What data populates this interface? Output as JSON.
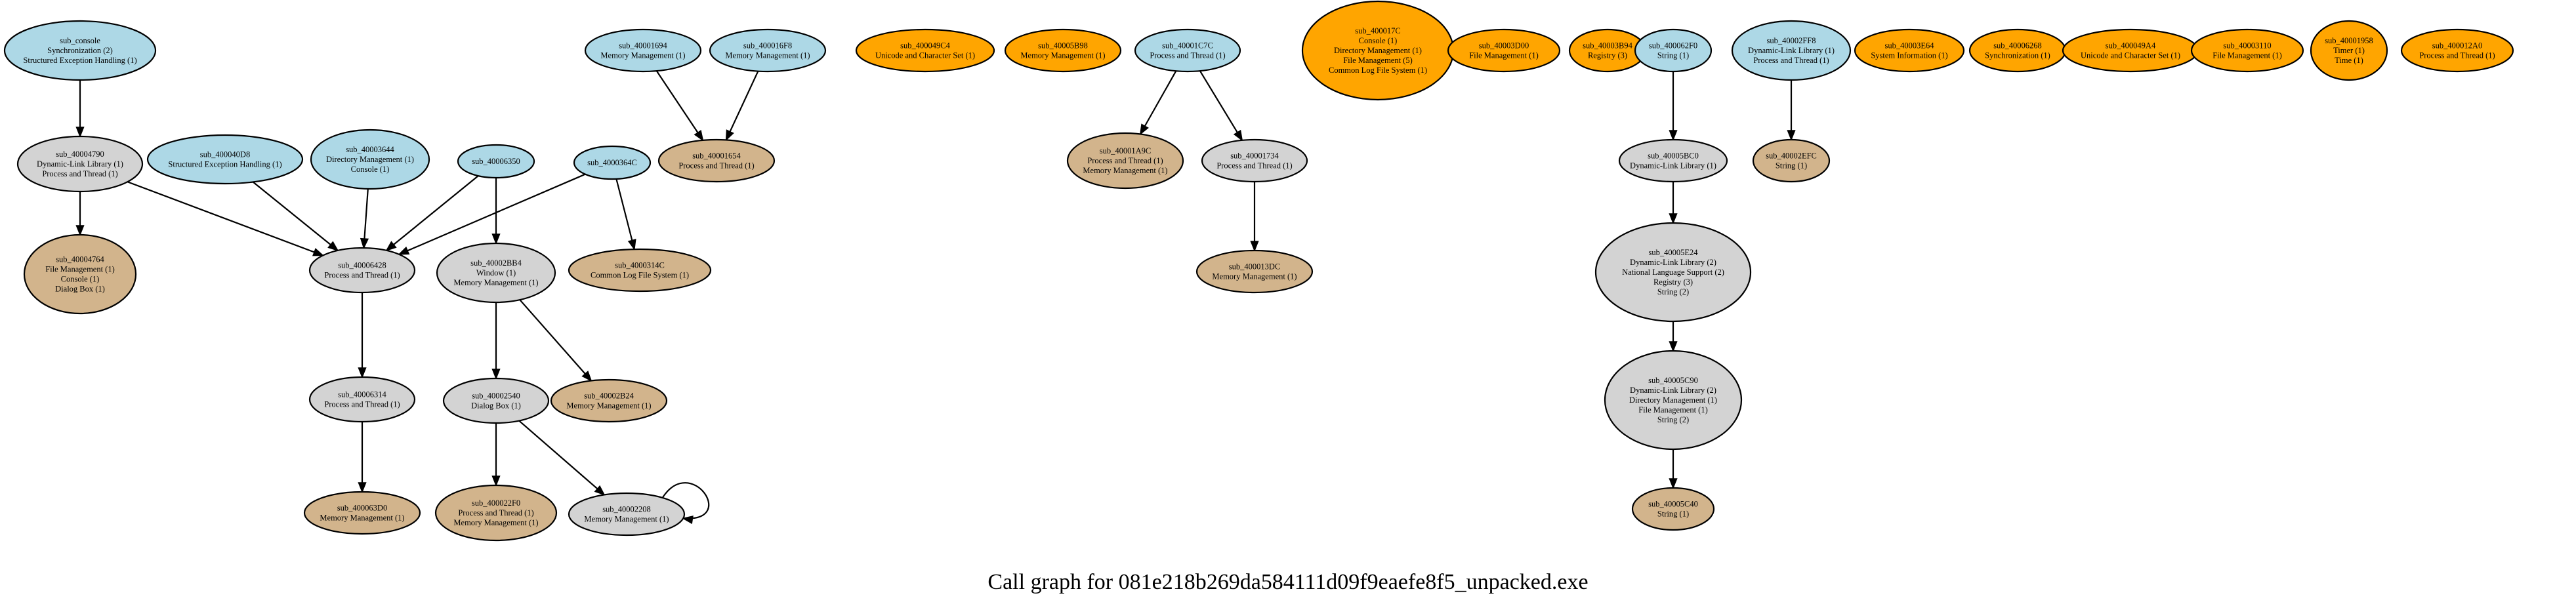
{
  "caption": "Call graph for 081e218b269da584111d09f9eaefe8f5_unpacked.exe",
  "colors": {
    "root": "#add8e6",
    "internal": "#d3d3d3",
    "leaf": "#d2b48c",
    "isolated": "#ffa500",
    "stroke": "#000000",
    "background": "#ffffff"
  },
  "nodes": [
    {
      "id": "sub_console",
      "title": "sub_console",
      "lines": [
        "Synchronization (2)",
        "Structured Exception Handling (1)"
      ],
      "kind": "root"
    },
    {
      "id": "sub_40004790",
      "title": "sub_40004790",
      "lines": [
        "Dynamic-Link Library (1)",
        "Process and Thread (1)"
      ],
      "kind": "internal"
    },
    {
      "id": "sub_40004764",
      "title": "sub_40004764",
      "lines": [
        "File Management (1)",
        "Console (1)",
        "Dialog Box (1)"
      ],
      "kind": "leaf"
    },
    {
      "id": "sub_400040D8",
      "title": "sub_400040D8",
      "lines": [
        "Structured Exception Handling (1)"
      ],
      "kind": "root"
    },
    {
      "id": "sub_40003644",
      "title": "sub_40003644",
      "lines": [
        "Directory Management (1)",
        "Console (1)"
      ],
      "kind": "root"
    },
    {
      "id": "sub_40006350",
      "title": "sub_40006350",
      "lines": [],
      "kind": "root"
    },
    {
      "id": "sub_4000364C",
      "title": "sub_4000364C",
      "lines": [],
      "kind": "root"
    },
    {
      "id": "sub_40006428",
      "title": "sub_40006428",
      "lines": [
        "Process and Thread (1)"
      ],
      "kind": "internal"
    },
    {
      "id": "sub_40002BB4",
      "title": "sub_40002BB4",
      "lines": [
        "Window (1)",
        "Memory Management (1)"
      ],
      "kind": "internal"
    },
    {
      "id": "sub_4000314C",
      "title": "sub_4000314C",
      "lines": [
        "Common Log File System (1)"
      ],
      "kind": "leaf"
    },
    {
      "id": "sub_40006314",
      "title": "sub_40006314",
      "lines": [
        "Process and Thread (1)"
      ],
      "kind": "internal"
    },
    {
      "id": "sub_40002540",
      "title": "sub_40002540",
      "lines": [
        "Dialog Box (1)"
      ],
      "kind": "internal"
    },
    {
      "id": "sub_40002B24",
      "title": "sub_40002B24",
      "lines": [
        "Memory Management (1)"
      ],
      "kind": "leaf"
    },
    {
      "id": "sub_400063D0",
      "title": "sub_400063D0",
      "lines": [
        "Memory Management (1)"
      ],
      "kind": "leaf"
    },
    {
      "id": "sub_400022F0",
      "title": "sub_400022F0",
      "lines": [
        "Process and Thread (1)",
        "Memory Management (1)"
      ],
      "kind": "leaf"
    },
    {
      "id": "sub_40002208",
      "title": "sub_40002208",
      "lines": [
        "Memory Management (1)"
      ],
      "kind": "internal"
    },
    {
      "id": "sub_40001694",
      "title": "sub_40001694",
      "lines": [
        "Memory Management (1)"
      ],
      "kind": "root"
    },
    {
      "id": "sub_400016F8",
      "title": "sub_400016F8",
      "lines": [
        "Memory Management (1)"
      ],
      "kind": "root"
    },
    {
      "id": "sub_40001654",
      "title": "sub_40001654",
      "lines": [
        "Process and Thread (1)"
      ],
      "kind": "leaf"
    },
    {
      "id": "sub_400049C4",
      "title": "sub_400049C4",
      "lines": [
        "Unicode and Character Set (1)"
      ],
      "kind": "isolated"
    },
    {
      "id": "sub_40005B98",
      "title": "sub_40005B98",
      "lines": [
        "Memory Management (1)"
      ],
      "kind": "isolated"
    },
    {
      "id": "sub_40001C7C",
      "title": "sub_40001C7C",
      "lines": [
        "Process and Thread (1)"
      ],
      "kind": "root"
    },
    {
      "id": "sub_40001A9C",
      "title": "sub_40001A9C",
      "lines": [
        "Process and Thread (1)",
        "Memory Management (1)"
      ],
      "kind": "leaf"
    },
    {
      "id": "sub_40001734",
      "title": "sub_40001734",
      "lines": [
        "Process and Thread (1)"
      ],
      "kind": "internal"
    },
    {
      "id": "sub_400013DC",
      "title": "sub_400013DC",
      "lines": [
        "Memory Management (1)"
      ],
      "kind": "leaf"
    },
    {
      "id": "sub_400017C",
      "title": "sub_400017C",
      "lines": [
        "Console (1)",
        "Directory Management (1)",
        "File Management (5)",
        "Common Log File System (1)"
      ],
      "kind": "isolated"
    },
    {
      "id": "sub_40003D00",
      "title": "sub_40003D00",
      "lines": [
        "File Management (1)"
      ],
      "kind": "isolated"
    },
    {
      "id": "sub_40003B94",
      "title": "sub_40003B94",
      "lines": [
        "Registry (3)"
      ],
      "kind": "isolated"
    },
    {
      "id": "sub_400062F0",
      "title": "sub_400062F0",
      "lines": [
        "String (1)"
      ],
      "kind": "root"
    },
    {
      "id": "sub_40005BC0",
      "title": "sub_40005BC0",
      "lines": [
        "Dynamic-Link Library (1)"
      ],
      "kind": "internal"
    },
    {
      "id": "sub_40005E24",
      "title": "sub_40005E24",
      "lines": [
        "Dynamic-Link Library (2)",
        "National Language Support (2)",
        "Registry (3)",
        "String (2)"
      ],
      "kind": "internal"
    },
    {
      "id": "sub_40005C90",
      "title": "sub_40005C90",
      "lines": [
        "Dynamic-Link Library (2)",
        "Directory Management (1)",
        "File Management (1)",
        "String (2)"
      ],
      "kind": "internal"
    },
    {
      "id": "sub_40005C40",
      "title": "sub_40005C40",
      "lines": [
        "String (1)"
      ],
      "kind": "leaf"
    },
    {
      "id": "sub_40002FF8",
      "title": "sub_40002FF8",
      "lines": [
        "Dynamic-Link Library (1)",
        "Process and Thread (1)"
      ],
      "kind": "root"
    },
    {
      "id": "sub_40002EFC",
      "title": "sub_40002EFC",
      "lines": [
        "String (1)"
      ],
      "kind": "leaf"
    },
    {
      "id": "sub_40003E64",
      "title": "sub_40003E64",
      "lines": [
        "System Information (1)"
      ],
      "kind": "isolated"
    },
    {
      "id": "sub_40006268",
      "title": "sub_40006268",
      "lines": [
        "Synchronization (1)"
      ],
      "kind": "isolated"
    },
    {
      "id": "sub_400049A4",
      "title": "sub_400049A4",
      "lines": [
        "Unicode and Character Set (1)"
      ],
      "kind": "isolated"
    },
    {
      "id": "sub_40003110",
      "title": "sub_40003110",
      "lines": [
        "File Management (1)"
      ],
      "kind": "isolated"
    },
    {
      "id": "sub_40001958",
      "title": "sub_40001958",
      "lines": [
        "Timer (1)",
        "Time (1)"
      ],
      "kind": "isolated"
    },
    {
      "id": "sub_400012A0",
      "title": "sub_400012A0",
      "lines": [
        "Process and Thread (1)"
      ],
      "kind": "isolated"
    }
  ],
  "edges": [
    {
      "from": "sub_console",
      "to": "sub_40004790"
    },
    {
      "from": "sub_40004790",
      "to": "sub_40004764"
    },
    {
      "from": "sub_40004790",
      "to": "sub_40006428"
    },
    {
      "from": "sub_400040D8",
      "to": "sub_40006428"
    },
    {
      "from": "sub_40003644",
      "to": "sub_40006428"
    },
    {
      "from": "sub_40006350",
      "to": "sub_40006428"
    },
    {
      "from": "sub_40006350",
      "to": "sub_40002BB4"
    },
    {
      "from": "sub_4000364C",
      "to": "sub_40006428"
    },
    {
      "from": "sub_4000364C",
      "to": "sub_4000314C"
    },
    {
      "from": "sub_40006428",
      "to": "sub_40006314"
    },
    {
      "from": "sub_40006314",
      "to": "sub_400063D0"
    },
    {
      "from": "sub_40002BB4",
      "to": "sub_40002540"
    },
    {
      "from": "sub_40002BB4",
      "to": "sub_40002B24"
    },
    {
      "from": "sub_40002540",
      "to": "sub_400022F0"
    },
    {
      "from": "sub_40002540",
      "to": "sub_40002208"
    },
    {
      "from": "sub_40002208",
      "to": "sub_40002208"
    },
    {
      "from": "sub_40001694",
      "to": "sub_40001654"
    },
    {
      "from": "sub_400016F8",
      "to": "sub_40001654"
    },
    {
      "from": "sub_40001C7C",
      "to": "sub_40001A9C"
    },
    {
      "from": "sub_40001C7C",
      "to": "sub_40001734"
    },
    {
      "from": "sub_40001734",
      "to": "sub_400013DC"
    },
    {
      "from": "sub_400062F0",
      "to": "sub_40005BC0"
    },
    {
      "from": "sub_40005BC0",
      "to": "sub_40005E24"
    },
    {
      "from": "sub_40005E24",
      "to": "sub_40005C90"
    },
    {
      "from": "sub_40005C90",
      "to": "sub_40005C40"
    },
    {
      "from": "sub_40002FF8",
      "to": "sub_40002EFC"
    }
  ]
}
